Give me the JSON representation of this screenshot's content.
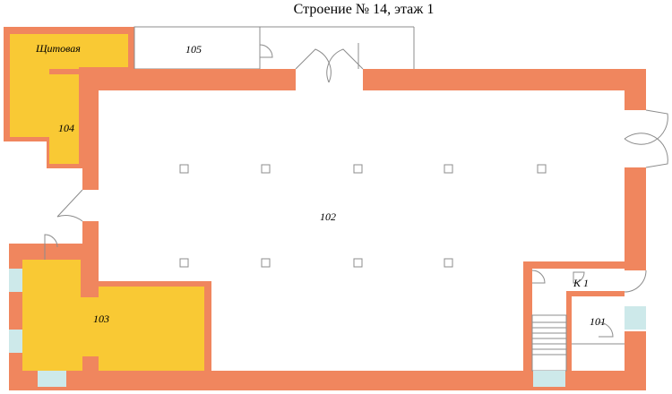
{
  "title": "Строение № 14, этаж 1",
  "colors": {
    "wall": "#f0865e",
    "room_fill": "#f9c934",
    "window": "#cde9ea",
    "line": "#8c8c8c"
  },
  "rooms": {
    "shchitovaya": "Щитовая",
    "r104": "104",
    "r105": "105",
    "r102": "102",
    "r103": "103",
    "r101": "101",
    "k1": "К 1"
  },
  "icons": {
    "column": "column-marker-icon",
    "door": "door-swing-icon",
    "stairs": "stairs-icon"
  }
}
